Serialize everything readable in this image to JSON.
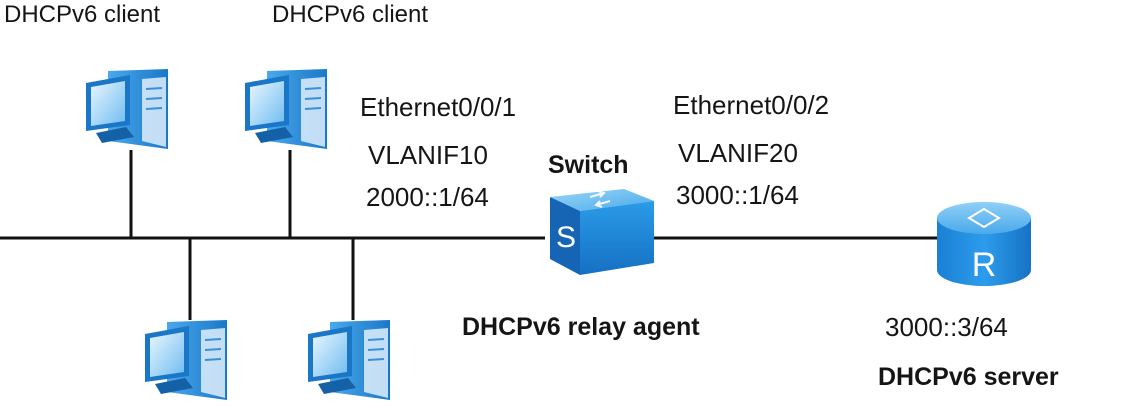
{
  "diagram": {
    "clients": [
      {
        "label": "DHCPv6 client"
      },
      {
        "label": "DHCPv6 client"
      },
      {
        "label": ""
      },
      {
        "label": ""
      }
    ],
    "switch": {
      "name": "Switch",
      "icon_letter": "S",
      "role": "DHCPv6 relay agent",
      "left_interface": "Ethernet0/0/1",
      "left_vlan": "VLANIF10",
      "left_ip": "2000::1/64",
      "right_interface": "Ethernet0/0/2",
      "right_vlan": "VLANIF20",
      "right_ip": "3000::1/64"
    },
    "server": {
      "icon_letter": "R",
      "ip": "3000::3/64",
      "role": "DHCPv6 server"
    },
    "colors": {
      "device_blue": "#1e8fe0",
      "device_light": "#7cc8f5",
      "device_dark": "#0c5a9e",
      "line": "#111111"
    },
    "icons": {
      "client": "pc-icon",
      "switch": "switch-icon",
      "server": "router-icon"
    }
  }
}
